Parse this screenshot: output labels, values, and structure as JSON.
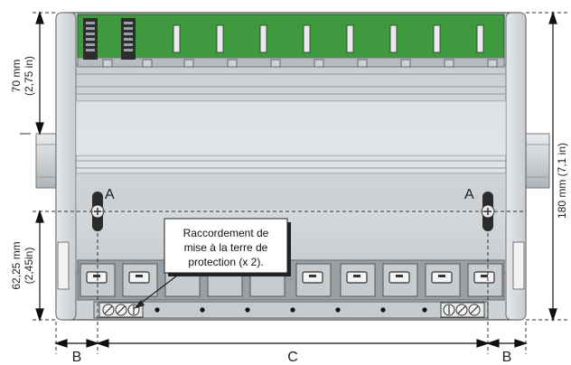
{
  "dimensions": {
    "top_mm": "70 mm",
    "top_in": "(2,75 in)",
    "bottom_mm": "62,25 mm",
    "bottom_in": "(2,45in)",
    "height": "180 mm (7,1 in)"
  },
  "labels": {
    "point_left": "A",
    "point_right": "A",
    "width_left": "B",
    "width_center": "C",
    "width_right": "B"
  },
  "callout": {
    "line1": "Raccordement de",
    "line2": "mise à la terre de",
    "line3": "protection (x 2)."
  },
  "colors": {
    "pcb": "#3f9a3f",
    "chassis_light": "#d7dcdf",
    "chassis_mid": "#b9c0c4",
    "chassis_dark": "#8d9499",
    "connector": "#c9cccf"
  }
}
